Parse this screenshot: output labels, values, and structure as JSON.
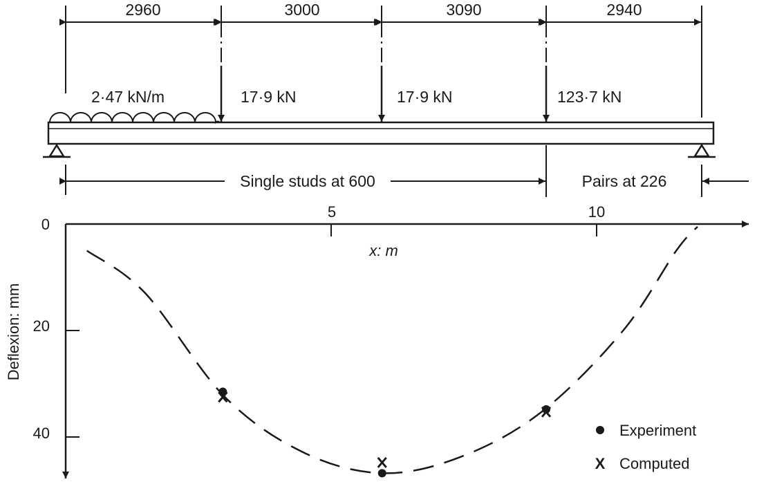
{
  "dimensions": {
    "spans": [
      "2960",
      "3000",
      "3090",
      "2940"
    ]
  },
  "loads": {
    "udl": "2·47 kN/m",
    "point1": "17·9 kN",
    "point2": "17·9 kN",
    "point3": "123·7 kN"
  },
  "studs": {
    "single": "Single studs at 600",
    "pairs": "Pairs at 226"
  },
  "chart_data": {
    "type": "scatter",
    "xlabel": "x: m",
    "ylabel": "Deflexion: mm",
    "x_ticks": [
      "5",
      "10"
    ],
    "y_ticks": [
      "0",
      "20",
      "40"
    ],
    "y_axis_direction": "down",
    "series": [
      {
        "name": "Experiment",
        "marker": "dot",
        "points": [
          [
            2.96,
            31.5
          ],
          [
            5.96,
            46.8
          ],
          [
            9.05,
            34.8
          ]
        ]
      },
      {
        "name": "Computed",
        "marker": "x",
        "points": [
          [
            2.96,
            32.5
          ],
          [
            5.96,
            44.8
          ],
          [
            9.05,
            35.3
          ]
        ]
      },
      {
        "marker": "dashed-curve",
        "points": [
          [
            0.4,
            5
          ],
          [
            1.5,
            13
          ],
          [
            3,
            32.5
          ],
          [
            4.5,
            43
          ],
          [
            6,
            46.8
          ],
          [
            7.5,
            43.5
          ],
          [
            9,
            35
          ],
          [
            10.5,
            20
          ],
          [
            11.5,
            5
          ],
          [
            11.9,
            0.5
          ]
        ]
      }
    ],
    "legend": [
      "Experiment",
      "Computed"
    ],
    "legend_position": "bottom-right"
  }
}
